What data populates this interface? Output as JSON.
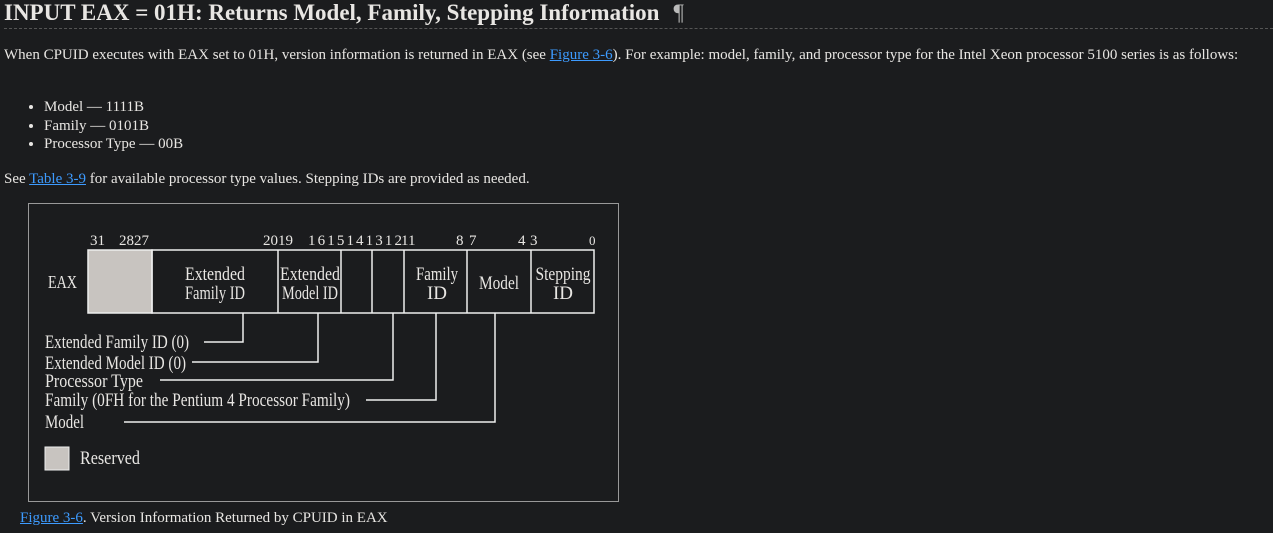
{
  "heading": "INPUT EAX = 01H: Returns Model, Family, Stepping Information",
  "pilcrow": "¶",
  "intro": {
    "before": "When CPUID executes with EAX set to 01H, version information is returned in EAX (see ",
    "link": "Figure 3-6",
    "after": "). For example: model, family, and processor type for the Intel Xeon processor 5100 series is as follows:"
  },
  "bullets": [
    "Model — 1111B",
    "Family — 0101B",
    "Processor Type — 00B"
  ],
  "see": {
    "before": "See ",
    "link": "Table 3-9",
    "after": " for available processor type values. Stepping IDs are provided as needed."
  },
  "diagram": {
    "register": "EAX",
    "bits": [
      "31",
      "2827",
      "2019",
      "1615141312",
      "11",
      "8",
      "7",
      "4",
      "3",
      "0"
    ],
    "fields": [
      "Extended",
      "Family ID",
      "Extended",
      "Model ID",
      "Family",
      "ID",
      "Model",
      "Stepping",
      "ID"
    ],
    "labels": [
      "Extended Family ID (0)",
      "Extended Model ID (0)",
      "Processor Type",
      "Family (0FH for the Pentium 4 Processor Family)",
      "Model"
    ],
    "legend": "Reserved",
    "reserved_color": "#c8c4c0"
  },
  "caption": {
    "link": "Figure 3-6",
    "text": ". Version Information Returned by CPUID in EAX"
  }
}
